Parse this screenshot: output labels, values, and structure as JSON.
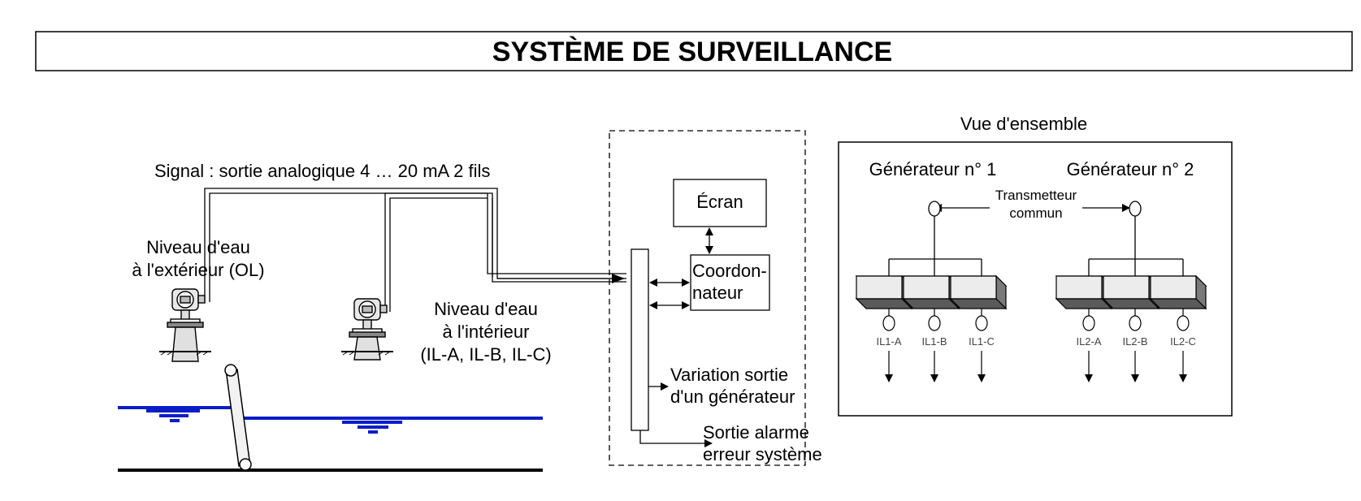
{
  "title": "SYSTÈME DE SURVEILLANCE",
  "signal_label": "Signal : sortie analogique 4 … 20 mA 2 fils",
  "outside_sensor": {
    "line1": "Niveau d'eau",
    "line2": "à l'extérieur (OL)"
  },
  "inside_sensor": {
    "line1": "Niveau d'eau",
    "line2": "à l'intérieur",
    "line3": "(IL-A, IL-B, IL-C)"
  },
  "controller": {
    "screen": "Écran",
    "coordinator_line1": "Coordon-",
    "coordinator_line2": "nateur",
    "output1_line1": "Variation sortie",
    "output1_line2": "d'un générateur",
    "output2_line1": "Sortie alarme",
    "output2_line2": "erreur système"
  },
  "overview": {
    "heading": "Vue d'ensemble",
    "gen1": "Générateur n° 1",
    "gen2": "Générateur n° 2",
    "transmitter_line1": "Transmetteur",
    "transmitter_line2": "commun",
    "gen1_outputs": [
      "IL1-A",
      "IL1-B",
      "IL1-C"
    ],
    "gen2_outputs": [
      "IL2-A",
      "IL2-B",
      "IL2-C"
    ]
  },
  "colors": {
    "water": "#0a1ec8",
    "line": "#000000",
    "tank_side": "#808080",
    "tank_face": "#e6e6e6"
  }
}
